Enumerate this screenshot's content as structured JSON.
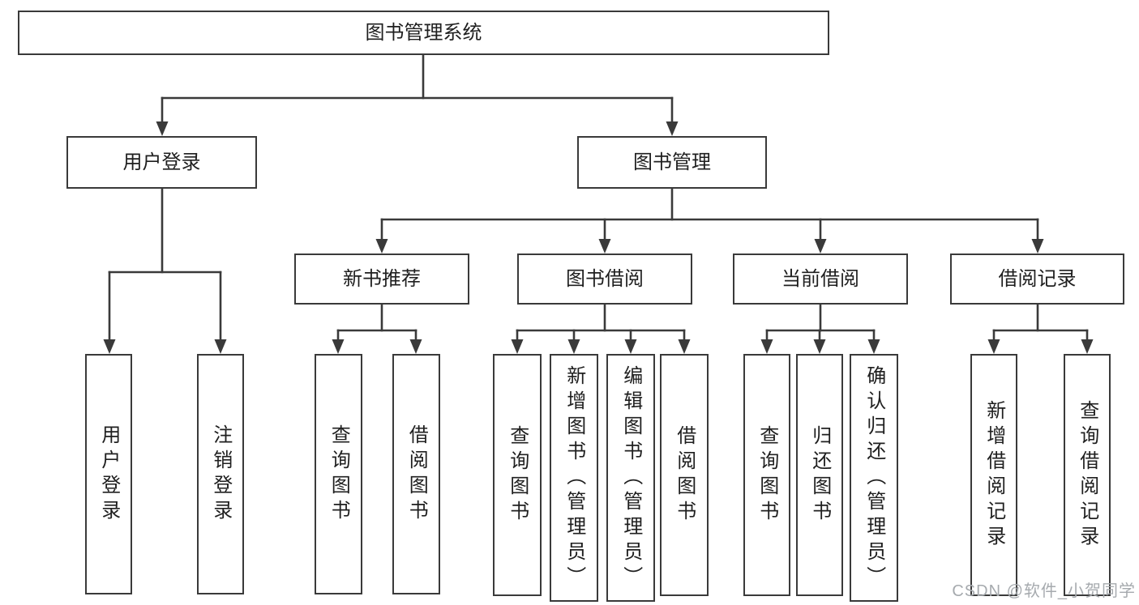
{
  "page": {
    "background": "#ffffff"
  },
  "colors": {
    "line": "#3a3a3a",
    "box_border": "#3a3a3a",
    "text": "#1f1f1f",
    "watermark": "#a6aaae"
  },
  "watermark": {
    "text": "CSDN @软件_小贺同学"
  },
  "diagram": {
    "type": "hierarchy-tree",
    "root": {
      "label": "图书管理系统"
    },
    "level2": [
      {
        "label": "用户登录",
        "children": [
          {
            "label": "用户登录"
          },
          {
            "label": "注销登录"
          }
        ]
      },
      {
        "label": "图书管理",
        "children": [
          {
            "label": "新书推荐",
            "children": [
              {
                "label": "查询图书"
              },
              {
                "label": "借阅图书"
              }
            ]
          },
          {
            "label": "图书借阅",
            "children": [
              {
                "label": "查询图书"
              },
              {
                "label": "新增图书（管理员）"
              },
              {
                "label": "编辑图书（管理员）"
              },
              {
                "label": "借阅图书"
              }
            ]
          },
          {
            "label": "当前借阅",
            "children": [
              {
                "label": "查询图书"
              },
              {
                "label": "归还图书"
              },
              {
                "label": "确认归还（管理员）"
              }
            ]
          },
          {
            "label": "借阅记录",
            "children": [
              {
                "label": "新增借阅记录"
              },
              {
                "label": "查询借阅记录"
              }
            ]
          }
        ]
      }
    ]
  }
}
